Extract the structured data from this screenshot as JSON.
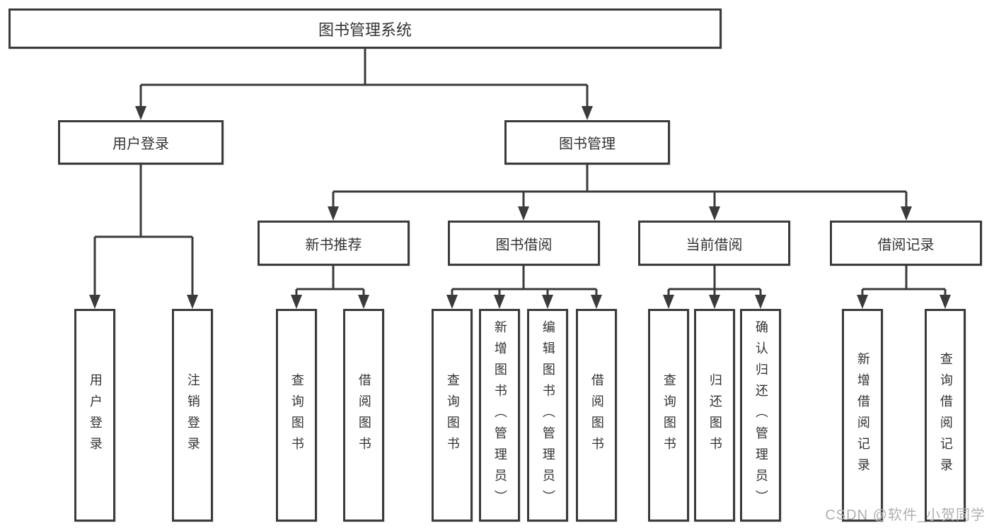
{
  "diagram": {
    "root": {
      "label": "图书管理系统"
    },
    "branches": [
      {
        "label": "用户登录",
        "children": [
          {
            "label": "用户登录"
          },
          {
            "label": "注销登录"
          }
        ]
      },
      {
        "label": "图书管理",
        "children": [
          {
            "label": "新书推荐",
            "children": [
              {
                "label": "查询图书"
              },
              {
                "label": "借阅图书"
              }
            ]
          },
          {
            "label": "图书借阅",
            "children": [
              {
                "label": "查询图书"
              },
              {
                "label": "新增图书（管理员）"
              },
              {
                "label": "编辑图书（管理员）"
              },
              {
                "label": "借阅图书"
              }
            ]
          },
          {
            "label": "当前借阅",
            "children": [
              {
                "label": "查询图书"
              },
              {
                "label": "归还图书"
              },
              {
                "label": "确认归还（管理员）"
              }
            ]
          },
          {
            "label": "借阅记录",
            "children": [
              {
                "label": "新增借阅记录"
              },
              {
                "label": "查询借阅记录"
              }
            ]
          }
        ]
      }
    ]
  },
  "watermark": {
    "text": "CSDN @软件_小贺同学"
  },
  "colors": {
    "line": "#3b3b3b",
    "text": "#333333",
    "bg": "#ffffff",
    "watermark": "#b0b0b0"
  }
}
